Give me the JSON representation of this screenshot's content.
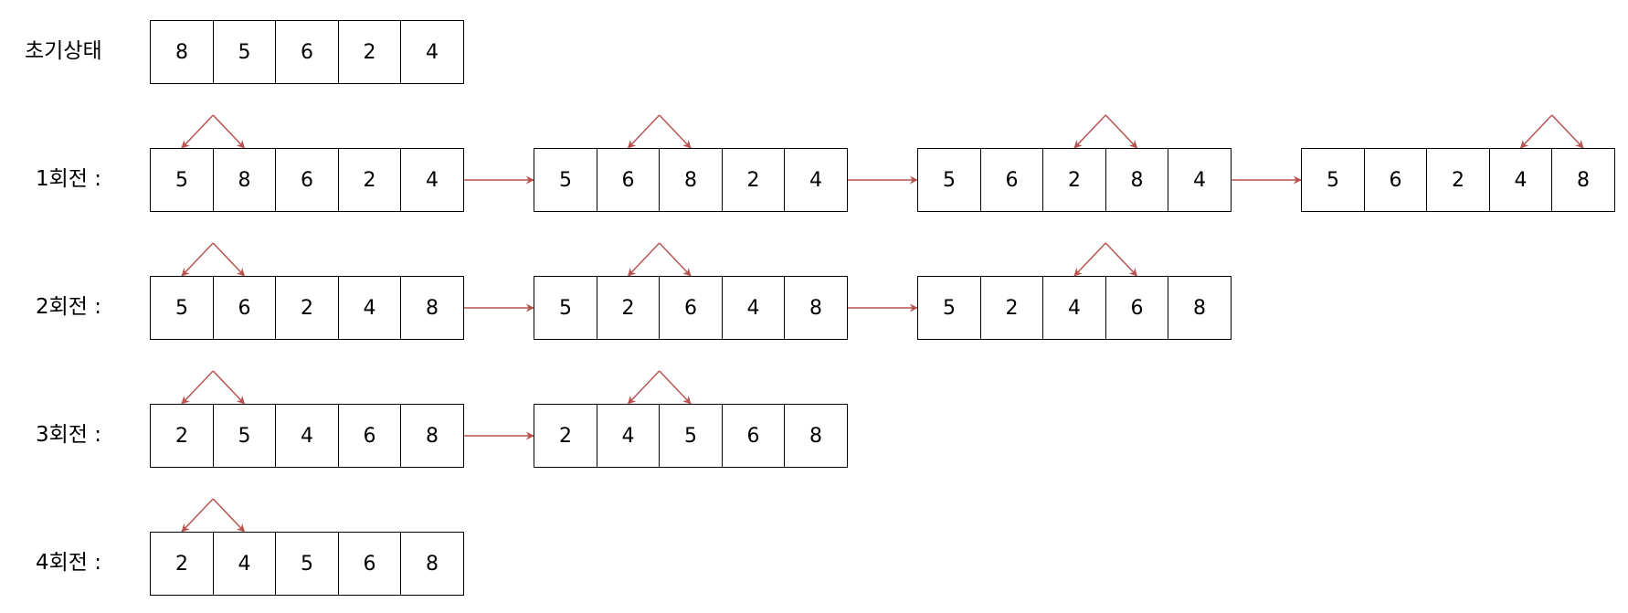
{
  "colors": {
    "arrow": "#b85450",
    "cell_border": "#000000",
    "text": "#000000"
  },
  "rows": [
    {
      "label": "초기상태",
      "states": [
        {
          "values": [
            "8",
            "5",
            "6",
            "2",
            "4"
          ]
        }
      ]
    },
    {
      "label": "1회전 :",
      "states": [
        {
          "values": [
            "5",
            "8",
            "6",
            "2",
            "4"
          ],
          "swap": [
            0,
            1
          ]
        },
        {
          "values": [
            "5",
            "6",
            "8",
            "2",
            "4"
          ],
          "swap": [
            1,
            2
          ]
        },
        {
          "values": [
            "5",
            "6",
            "2",
            "8",
            "4"
          ],
          "swap": [
            2,
            3
          ]
        },
        {
          "values": [
            "5",
            "6",
            "2",
            "4",
            "8"
          ],
          "swap": [
            3,
            4
          ]
        }
      ]
    },
    {
      "label": "2회전 :",
      "states": [
        {
          "values": [
            "5",
            "6",
            "2",
            "4",
            "8"
          ],
          "swap": [
            0,
            1
          ]
        },
        {
          "values": [
            "5",
            "2",
            "6",
            "4",
            "8"
          ],
          "swap": [
            1,
            2
          ]
        },
        {
          "values": [
            "5",
            "2",
            "4",
            "6",
            "8"
          ],
          "swap": [
            2,
            3
          ]
        }
      ]
    },
    {
      "label": "3회전 :",
      "states": [
        {
          "values": [
            "2",
            "5",
            "4",
            "6",
            "8"
          ],
          "swap": [
            0,
            1
          ]
        },
        {
          "values": [
            "2",
            "4",
            "5",
            "6",
            "8"
          ],
          "swap": [
            1,
            2
          ]
        }
      ]
    },
    {
      "label": "4회전 :",
      "states": [
        {
          "values": [
            "2",
            "4",
            "5",
            "6",
            "8"
          ],
          "swap": [
            0,
            1
          ]
        }
      ]
    }
  ]
}
